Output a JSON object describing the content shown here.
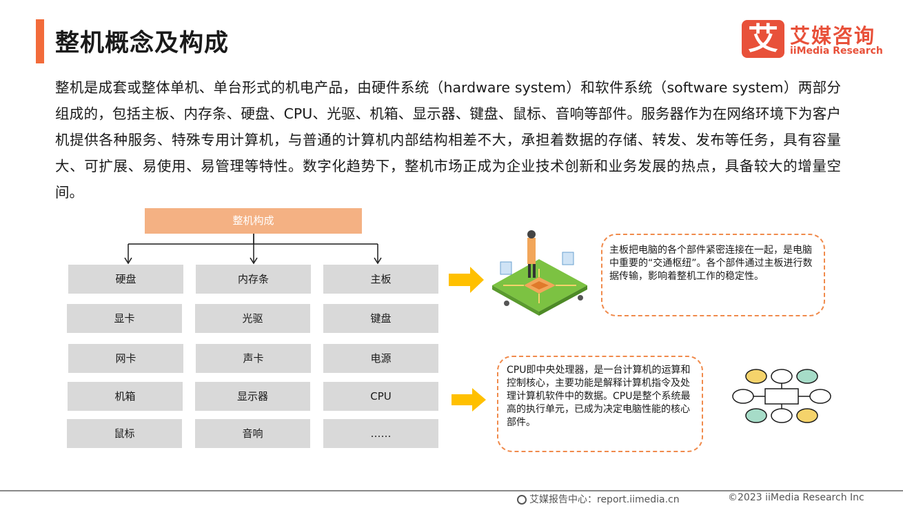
{
  "page": {
    "title": "整机概念及构成",
    "intro": "整机是成套或整体单机、单台形式的机电产品，由硬件系统（hardware system）和软件系统（software system）两部分组成的，包括主板、内存条、硬盘、CPU、光驱、机箱、显示器、键盘、鼠标、音响等部件。服务器作为在网络环境下为客户机提供各种服务、特殊专用计算机，与普通的计算机内部结构相差不大，承担着数据的存储、转发、发布等任务，具有容量大、可扩展、易使用、易管理等特性。数字化趋势下，整机市场正成为企业技术创新和业务发展的热点，具备较大的增量空间。"
  },
  "logo": {
    "mark": "艾",
    "name_cn": "艾媒咨询",
    "name_en": "iiMedia Research"
  },
  "diagram": {
    "root": "整机构成",
    "components": [
      [
        "硬盘",
        "内存条",
        "主板"
      ],
      [
        "显卡",
        "光驱",
        "键盘"
      ],
      [
        "网卡",
        "声卡",
        "电源"
      ],
      [
        "机箱",
        "显示器",
        "CPU"
      ],
      [
        "鼠标",
        "音响",
        "……"
      ]
    ]
  },
  "callouts": {
    "motherboard": "主板把电脑的各个部件紧密连接在一起，是电脑中重要的“交通枢纽”。各个部件通过主板进行数据传输，影响着整机工作的稳定性。",
    "cpu": "CPU即中央处理器，是一台计算机的运算和控制核心，主要功能是解释计算机指令及处理计算机软件中的数据。CPU是整个系统最高的执行单元，已成为决定电脑性能的核心部件。"
  },
  "footer": {
    "source": "艾媒报告中心：report.iimedia.cn",
    "copyright": "©2023  iiMedia Research  Inc"
  },
  "colors": {
    "accent": "#f26b3a",
    "root_box": "#f4b183",
    "cell": "#d9d9d9",
    "arrow": "#ffc000",
    "callout_border": "#f08a4b"
  },
  "icons": [
    "circuit-board-illustration",
    "cpu-diagram-icon",
    "arrow-right-icon",
    "globe-icon"
  ]
}
